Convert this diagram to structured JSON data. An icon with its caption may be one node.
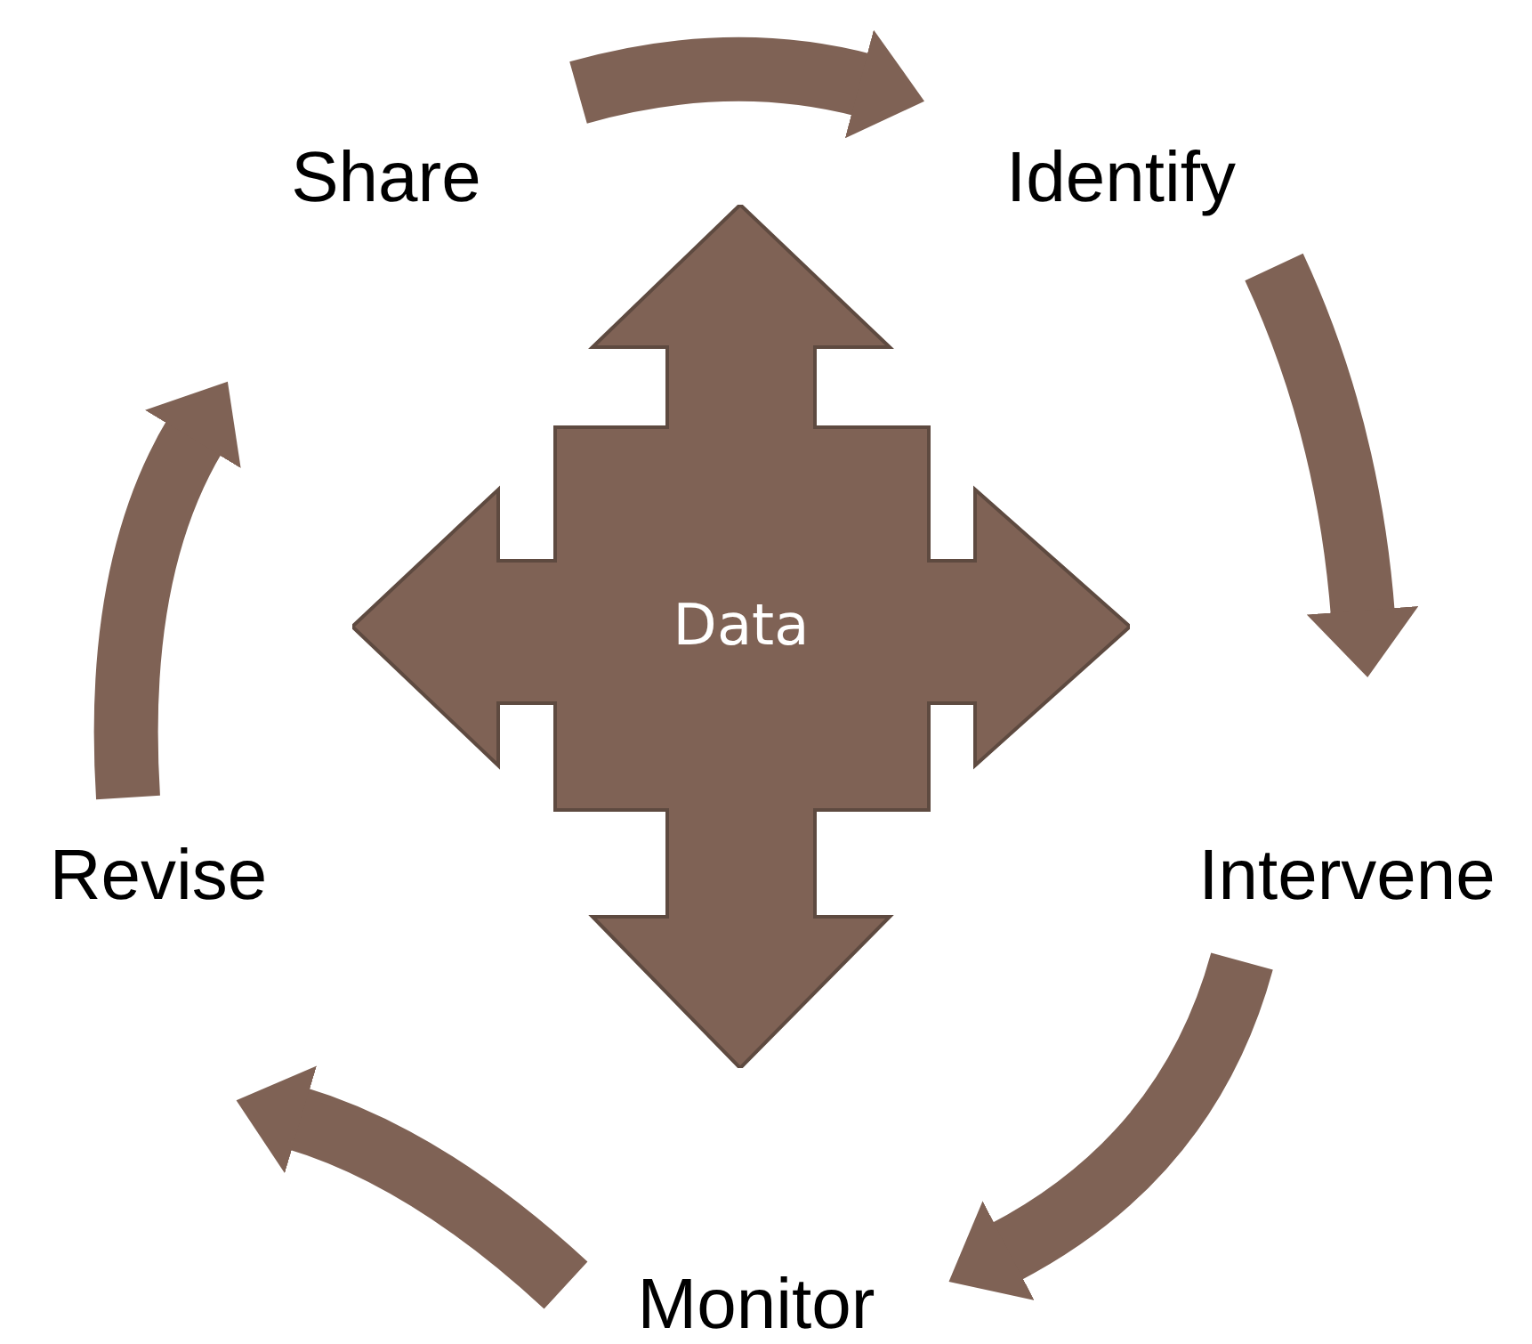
{
  "diagram": {
    "nodes": [
      {
        "text": [
          "Share"
        ]
      },
      {
        "text": [
          "Identify"
        ]
      },
      {
        "text": [
          "Intervene"
        ]
      },
      {
        "text": [
          "Monitor"
        ]
      },
      {
        "text": [
          "Revise"
        ]
      },
      {
        "text": [
          "Data"
        ]
      }
    ],
    "edges": [
      {
        "from": 0,
        "to": 1,
        "arrow": "to"
      },
      {
        "from": 1,
        "to": 2,
        "arrow": "to"
      },
      {
        "from": 2,
        "to": 3,
        "arrow": "to"
      },
      {
        "from": 3,
        "to": 4,
        "arrow": "to"
      },
      {
        "from": 4,
        "to": 0,
        "arrow": "to"
      }
    ]
  }
}
